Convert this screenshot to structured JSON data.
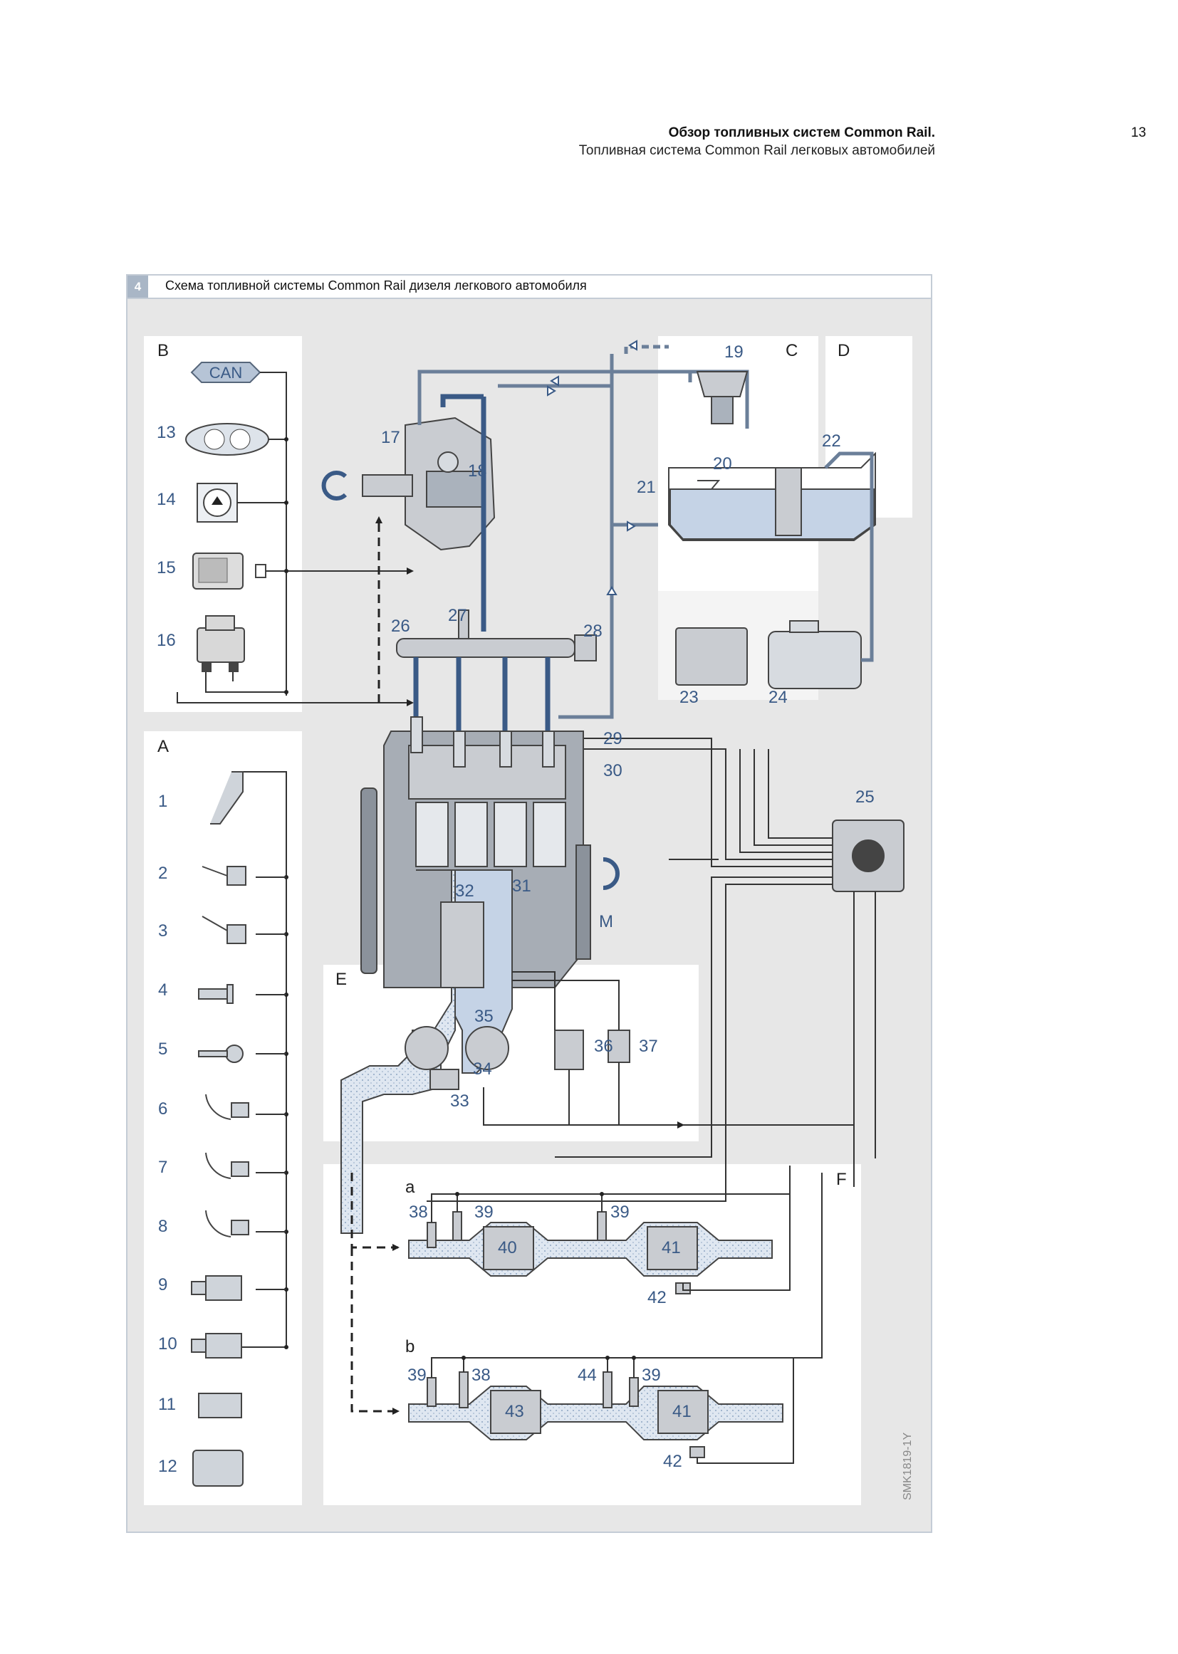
{
  "header": {
    "title": "Обзор топливных систем Common Rail.",
    "subtitle": "Топливная система Common Rail легковых автомобилей",
    "page_number": "13"
  },
  "figure": {
    "number": "4",
    "caption": "Схема топливной системы Common Rail дизеля легкового автомобиля",
    "credit": "SMK1819-1Y",
    "section_labels": [
      "A",
      "B",
      "C",
      "D",
      "E",
      "F"
    ],
    "sublabels": [
      "a",
      "b"
    ],
    "rotation_labels": [
      "M"
    ],
    "badge_text": "CAN",
    "component_numbers": [
      "1",
      "2",
      "3",
      "4",
      "5",
      "6",
      "7",
      "8",
      "9",
      "10",
      "11",
      "12",
      "13",
      "14",
      "15",
      "16",
      "17",
      "18",
      "19",
      "20",
      "21",
      "22",
      "23",
      "24",
      "25",
      "26",
      "27",
      "28",
      "29",
      "30",
      "31",
      "32",
      "33",
      "34",
      "35",
      "36",
      "37",
      "38",
      "39",
      "40",
      "41",
      "42",
      "43",
      "44"
    ],
    "colors": {
      "figure_border": "#c4ccd6",
      "number_badge": "#a9b6c6",
      "high_pressure_line": "#3a5a86",
      "low_pressure_line": "#6b7f99",
      "panel_bg": "#ffffff",
      "figure_bg": "#e7e7e7",
      "fuel_fill": "#c5d3e6"
    }
  }
}
